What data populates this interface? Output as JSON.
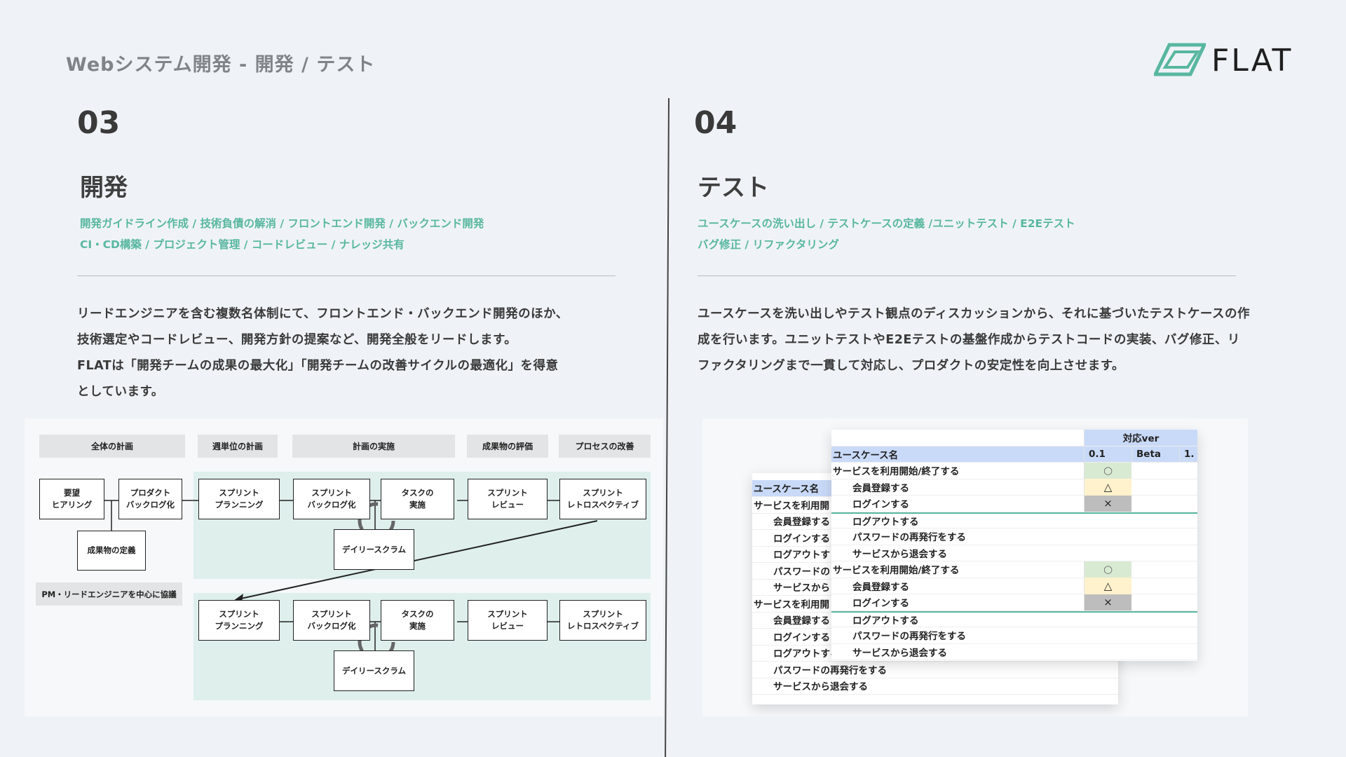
{
  "header": {
    "title": "Webシステム開発 - 開発 / テスト",
    "logo_text": "FLAT"
  },
  "colors": {
    "accent": "#59b7a0",
    "lane": "#deefec",
    "phase": "#e3e4e5",
    "sheet_header": "#c9daf8"
  },
  "left": {
    "number": "03",
    "title": "開発",
    "tags": [
      "開発ガイドライン作成 / 技術負債の解消 / フロントエンド開発 / バックエンド開発",
      "CI・CD構築 / プロジェクト管理 / コードレビュー / ナレッジ共有"
    ],
    "body": [
      "リードエンジニアを含む複数名体制にて、フロントエンド・バックエンド開発のほか、",
      "技術選定やコードレビュー、開発方針の提案など、開発全般をリードします。",
      "FLATは「開発チームの成果の最大化」「開発チームの改善サイクルの最適化」を得意",
      "としています。"
    ],
    "diagram": {
      "phases": [
        "全体の計画",
        "週単位の計画",
        "計画の実施",
        "成果物の評価",
        "プロセスの改善"
      ],
      "planning": {
        "hearing": "要望\nヒアリング",
        "backlog": "プロダクト\nバックログ化",
        "definition": "成果物の定義",
        "note": "PM・リードエンジニアを中心に協議"
      },
      "sprint": {
        "planning": "スプリント\nプランニング",
        "backlog": "スプリント\nバックログ化",
        "task": "タスクの\n実施",
        "review": "スプリント\nレビュー",
        "retro": "スプリント\nレトロスペクティブ",
        "scrum": "デイリースクラム"
      }
    }
  },
  "right": {
    "number": "04",
    "title": "テスト",
    "tags": [
      "ユースケースの洗い出し / テストケースの定義 /ユニットテスト / E2Eテスト",
      "バグ修正 / リファクタリング"
    ],
    "body": [
      "ユースケースを洗い出しやテスト観点のディスカッションから、それに基づいたテストケースの作",
      "成を行います。ユニットテストやE2Eテストの基盤作成からテストコードの実装、バグ修正、リ",
      "ファクタリングまで一貫して対応し、プロダクトの安定性を向上させます。"
    ],
    "sheet": {
      "group_header": "対応ver",
      "col_name": "ユースケース名",
      "versions": [
        "0.1",
        "Beta",
        "1."
      ],
      "group_label": "サービスを利用開始/終了する",
      "items": [
        "会員登録する",
        "ログインする",
        "ログアウトする",
        "パスワードの再発行をする",
        "サービスから退会する"
      ],
      "back_items": [
        "ユースケース名",
        "サービスを利用開",
        "会員登録する",
        "ログインする",
        "ログアウトす",
        "パスワードの",
        "サービスから",
        "サービスを利用開",
        "会員登録する",
        "ログインする",
        "ログアウトする",
        "パスワードの再発行をする",
        "サービスから退会する"
      ],
      "marks": {
        "ok": "○",
        "warn": "△",
        "ng": "×"
      }
    }
  }
}
